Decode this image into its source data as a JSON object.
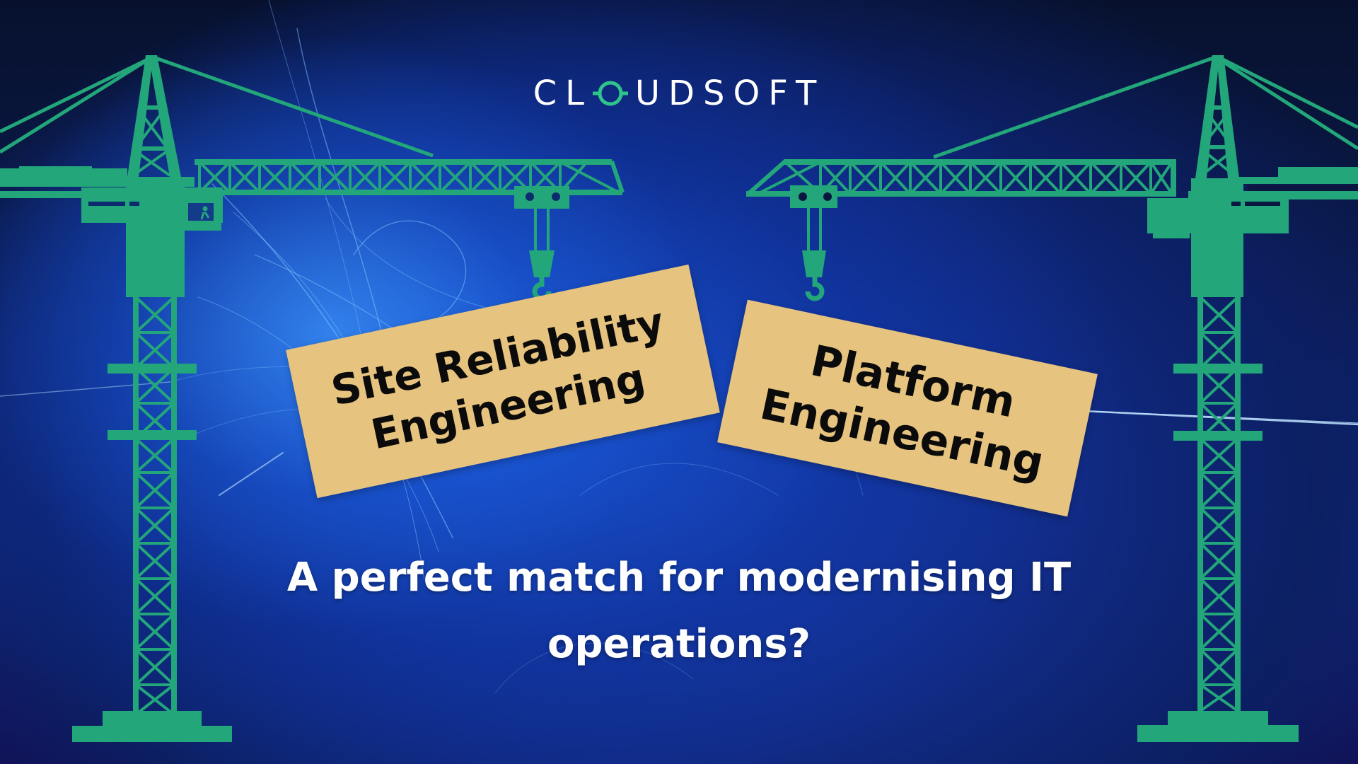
{
  "logo": {
    "text_before": "CL",
    "text_after": "UDSOFT",
    "icon": "cloudsoft-o-mark-icon",
    "accent_color": "#2fc48a"
  },
  "signs": [
    {
      "lines": [
        "Site Reliability",
        "Engineering"
      ]
    },
    {
      "lines": [
        "Platform",
        "Engineering"
      ]
    }
  ],
  "headline": {
    "line1": "A perfect match for modernising IT",
    "line2": "operations?"
  },
  "colors": {
    "crane": "#22a67a",
    "sign": "#e6c37e",
    "background_dark": "#07112e",
    "background_glow": "#1e6ce6"
  },
  "illustrations": {
    "left_crane": "tower-crane-icon",
    "right_crane": "tower-crane-icon"
  }
}
